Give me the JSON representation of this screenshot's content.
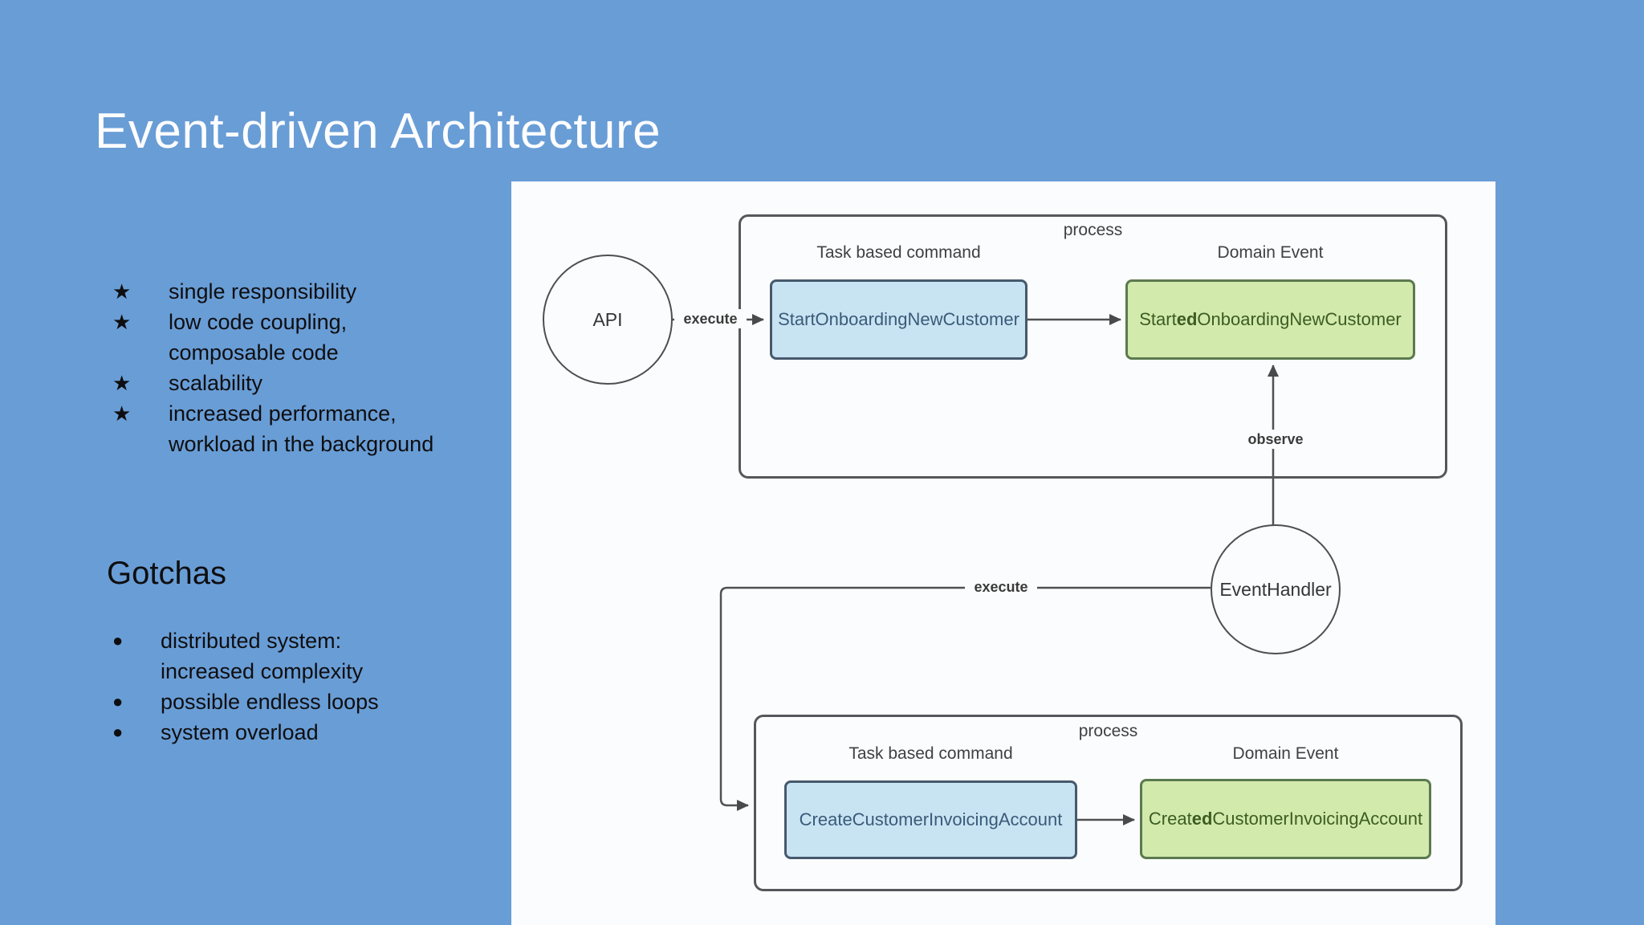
{
  "slide": {
    "title": "Event-driven Architecture"
  },
  "benefits": {
    "rows": [
      {
        "marker": "★",
        "text": "single responsibility"
      },
      {
        "marker": "★",
        "text": "low code coupling,"
      },
      {
        "marker": "",
        "text": "composable code"
      },
      {
        "marker": "★",
        "text": "scalability"
      },
      {
        "marker": "★",
        "text": "increased performance,"
      },
      {
        "marker": "",
        "text": "workload in the background"
      }
    ]
  },
  "gotchas": {
    "heading": "Gotchas",
    "rows": [
      {
        "marker": "●",
        "text": "distributed system:"
      },
      {
        "marker": "",
        "text": "increased complexity"
      },
      {
        "marker": "●",
        "text": "possible endless loops"
      },
      {
        "marker": "●",
        "text": "system overload"
      }
    ]
  },
  "diagram": {
    "nodes": {
      "api": "API",
      "event_handler": "EventHandler",
      "command_top": "StartOnboardingNewCustomer",
      "event_top": {
        "pre": "Start",
        "bold": "ed",
        "post": "OnboardingNewCustomer"
      },
      "command_bottom": "CreateCustomerInvoicingAccount",
      "event_bottom": {
        "pre": "Creat",
        "bold": "ed",
        "post": "CustomerInvoicingAccount"
      }
    },
    "groups": {
      "top": {
        "label": "process",
        "command_header": "Task based command",
        "event_header": "Domain Event"
      },
      "bottom": {
        "label": "process",
        "command_header": "Task based command",
        "event_header": "Domain Event"
      }
    },
    "edge_labels": {
      "execute_api": "execute",
      "observe": "observe",
      "execute_handler": "execute"
    },
    "colors": {
      "slide_background": "#699dd6",
      "panel_background": "#fbfcfd",
      "command_fill": "#c8e4f3",
      "command_border": "#46596c",
      "command_text": "#3a5a78",
      "event_fill": "#d3eaad",
      "event_border": "#5b7a4e",
      "event_text": "#3c5c22",
      "line": "#515151",
      "container_border": "#54585c",
      "title_text": "#fdfdfe"
    }
  }
}
